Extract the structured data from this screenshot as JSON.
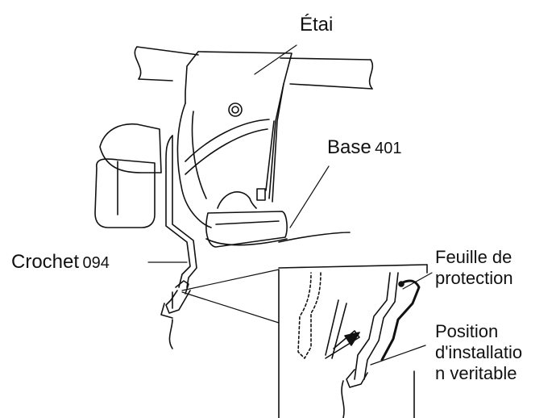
{
  "labels": {
    "etai": "Étai",
    "base": "Base",
    "base_num": "401",
    "crochet": "Crochet",
    "crochet_num": "094",
    "feuille_line1": "Feuille de",
    "feuille_line2": "protection",
    "position_line1": "Position",
    "position_line2": "d'installatio",
    "position_line3": "n veritable"
  }
}
